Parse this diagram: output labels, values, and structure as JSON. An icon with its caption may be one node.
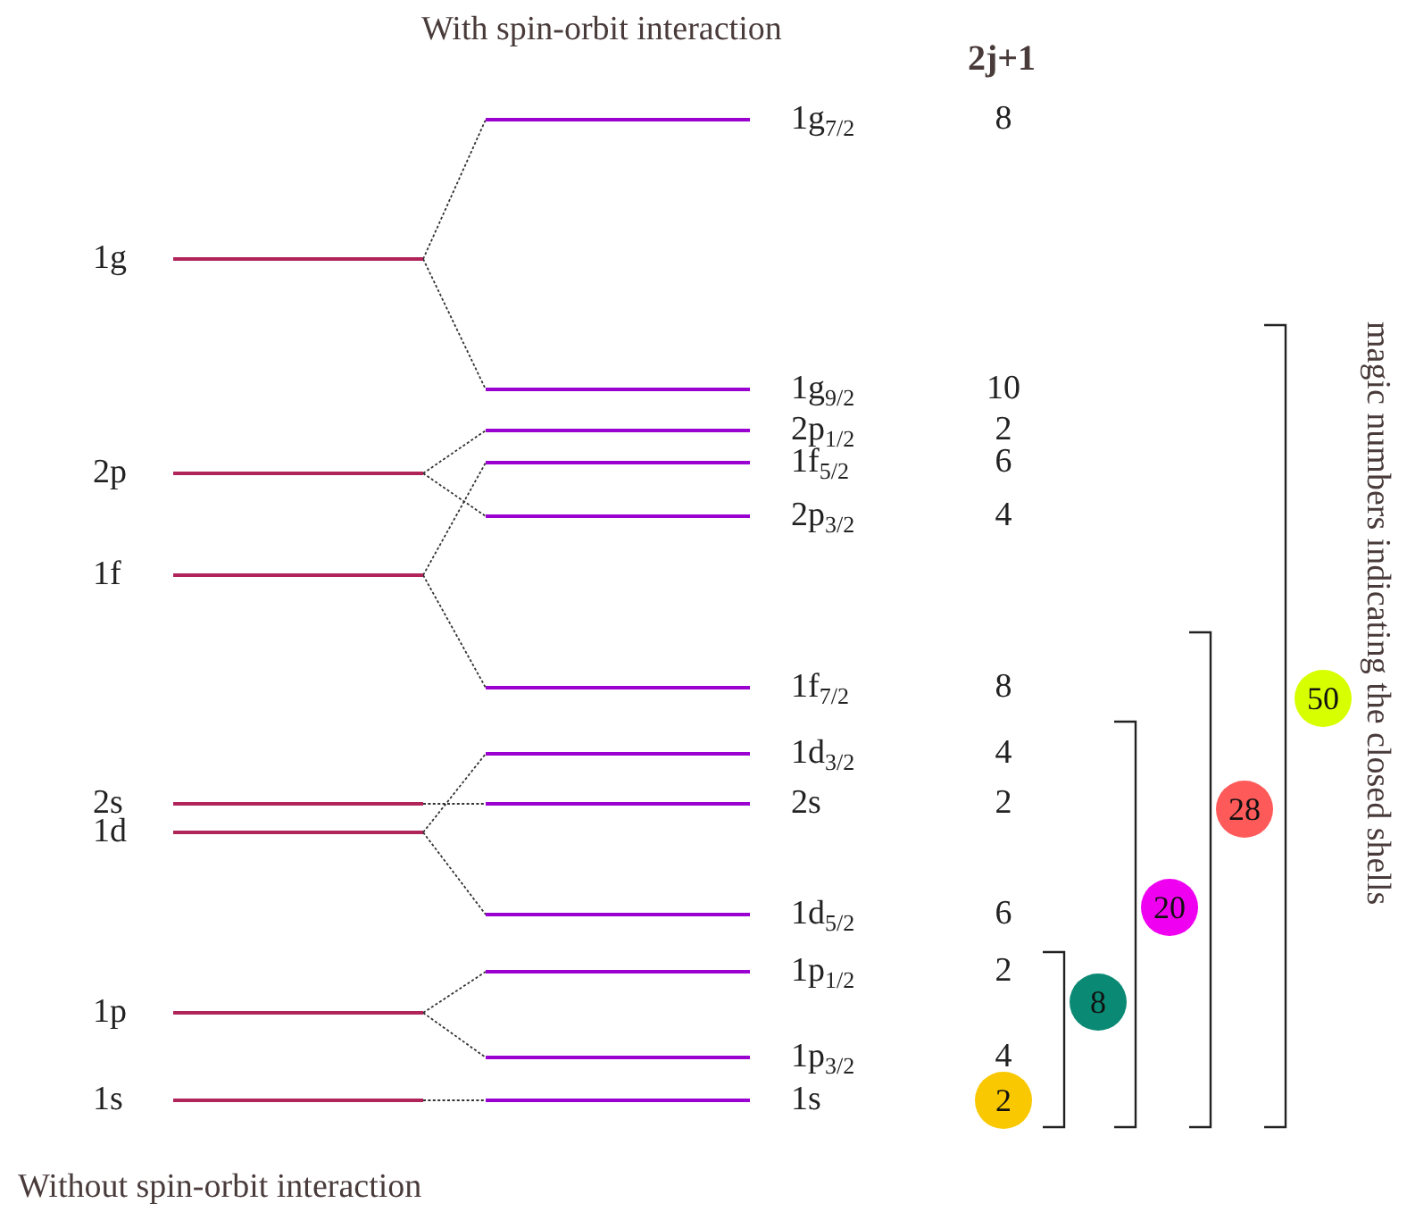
{
  "diagram": {
    "nodes": [
      {
        "text": [
          "1g"
        ]
      },
      {
        "text": [
          "2p"
        ]
      },
      {
        "text": [
          "1f"
        ]
      },
      {
        "text": [
          "2s"
        ]
      },
      {
        "text": [
          "1d"
        ]
      },
      {
        "text": [
          "1p"
        ]
      },
      {
        "text": [
          "1s"
        ]
      },
      {
        "text": [
          "1g$_{7/2}$"
        ]
      },
      {
        "text": [
          "1g$_{9/2}$"
        ]
      },
      {
        "text": [
          "2p$_{1/2}$"
        ]
      },
      {
        "text": [
          "1f$_{5/2}$"
        ]
      },
      {
        "text": [
          "2p$_{3/2}$"
        ]
      },
      {
        "text": [
          "1f$_{7/2}$"
        ]
      },
      {
        "text": [
          "1d$_{3/2}$"
        ]
      },
      {
        "text": [
          "2s"
        ]
      },
      {
        "text": [
          "1d$_{5/2}$"
        ]
      },
      {
        "text": [
          "1p$_{1/2}$"
        ]
      },
      {
        "text": [
          "1p$_{3/2}$"
        ]
      },
      {
        "text": [
          "1s"
        ]
      },
      {
        "text": [
          "2"
        ]
      },
      {
        "text": [
          "8"
        ]
      },
      {
        "text": [
          "20"
        ]
      },
      {
        "text": [
          "28"
        ]
      },
      {
        "text": [
          "50"
        ]
      }
    ],
    "edges": [
      {
        "from": 0,
        "to": 7,
        "arrow": "none"
      },
      {
        "from": 0,
        "to": 8,
        "arrow": "none"
      },
      {
        "from": 1,
        "to": 9,
        "arrow": "none"
      },
      {
        "from": 1,
        "to": 11,
        "arrow": "none"
      },
      {
        "from": 2,
        "to": 10,
        "arrow": "none"
      },
      {
        "from": 2,
        "to": 12,
        "arrow": "none"
      },
      {
        "from": 3,
        "to": 14,
        "arrow": "none"
      },
      {
        "from": 4,
        "to": 13,
        "arrow": "none"
      },
      {
        "from": 4,
        "to": 15,
        "arrow": "none"
      },
      {
        "from": 5,
        "to": 16,
        "arrow": "none"
      },
      {
        "from": 5,
        "to": 17,
        "arrow": "none"
      },
      {
        "from": 6,
        "to": 18,
        "arrow": "none"
      }
    ],
    "labels": [
      "With spin-orbit interaction",
      "2j+1",
      "8",
      "10",
      "2",
      "6",
      "4",
      "8",
      "4",
      "2",
      "6",
      "2",
      "4",
      "magic numbers indicating the closed shells",
      "Without spin-orbit interaction"
    ]
  }
}
